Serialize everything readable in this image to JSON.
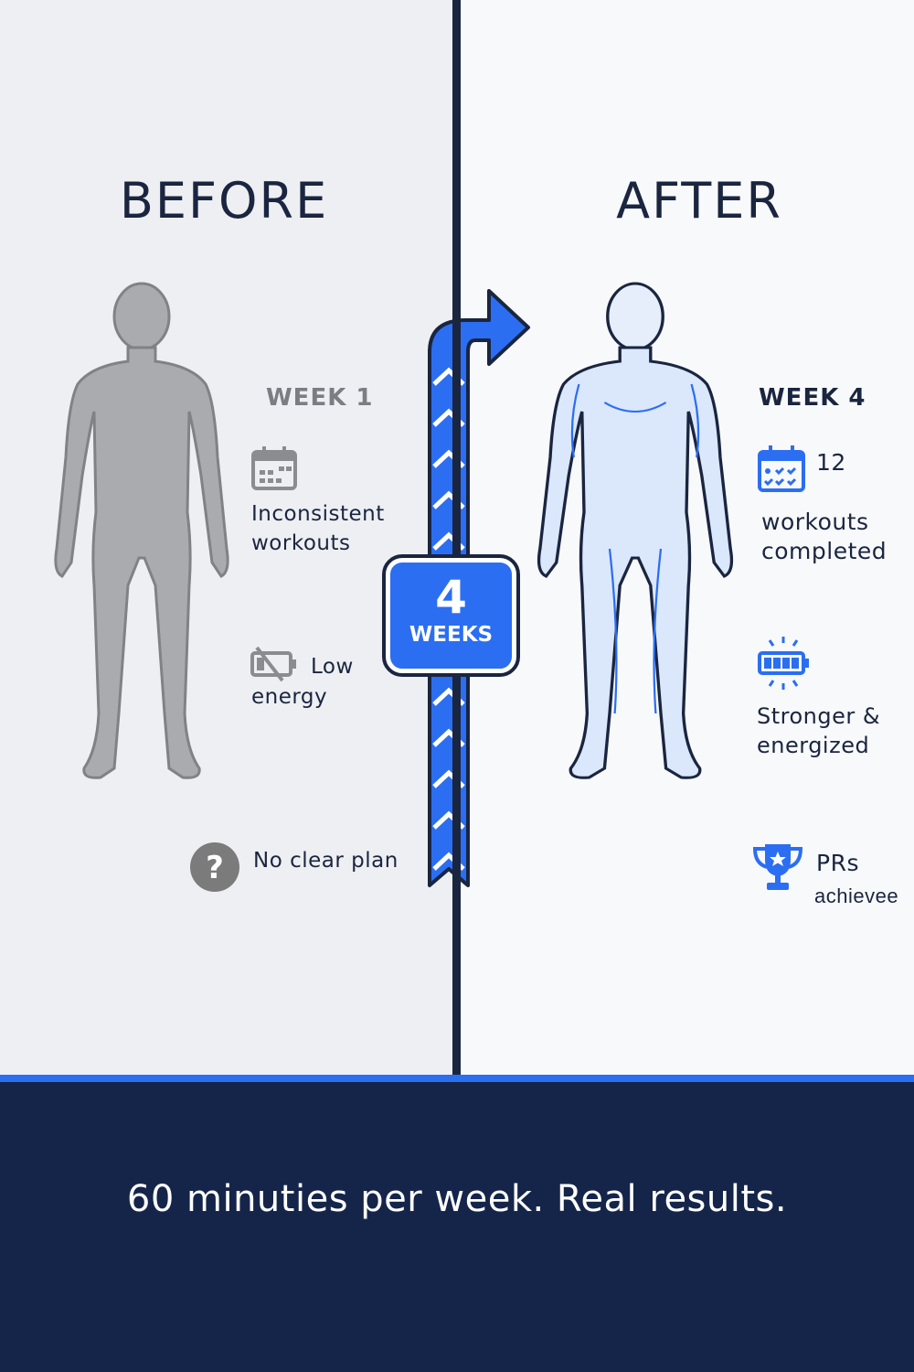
{
  "before": {
    "title": "BEFORE",
    "week": "WEEK 1",
    "items": [
      {
        "icon": "broken-calendar-icon",
        "text1": "Inconsistent",
        "text2": "workouts"
      },
      {
        "icon": "low-battery-icon",
        "text1": "Low",
        "text2": "energy"
      },
      {
        "icon": "question-icon",
        "text1": "No clear plan"
      }
    ]
  },
  "after": {
    "title": "AFTER",
    "week": "WEEK 4",
    "items": [
      {
        "icon": "checked-calendar-icon",
        "count": "12",
        "text1": "workouts",
        "text2": "completed"
      },
      {
        "icon": "full-battery-icon",
        "text1": "Stronger &",
        "text2": "energized"
      },
      {
        "icon": "trophy-icon",
        "text1": "PRs",
        "text2": "achievee"
      }
    ]
  },
  "badge": {
    "number": "4",
    "unit": "WEEKS"
  },
  "footer": {
    "tagline": "60 minuties per week. Real results."
  },
  "colors": {
    "navy": "#1a2540",
    "blue": "#2b6ef2",
    "grey": "#7b7d82"
  }
}
